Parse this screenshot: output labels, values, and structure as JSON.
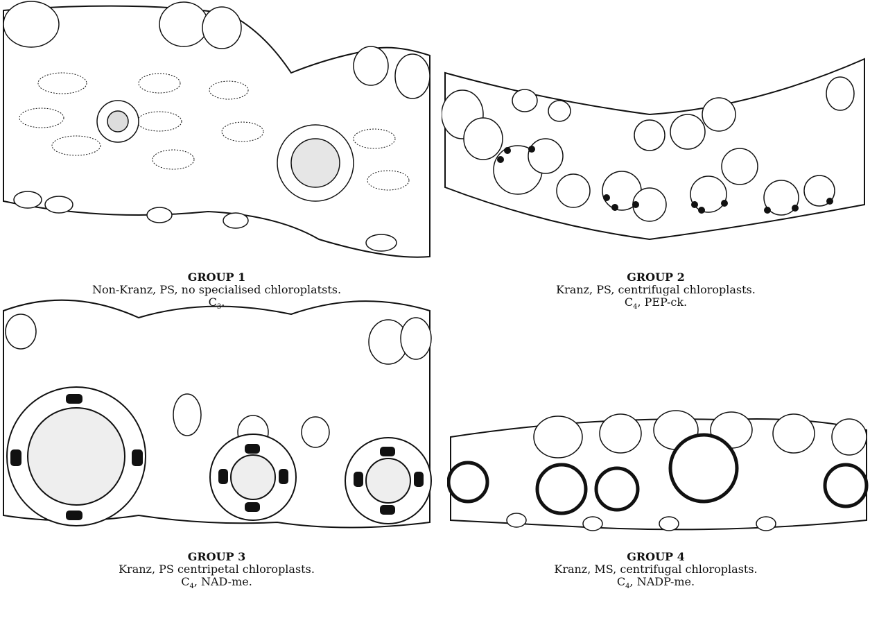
{
  "groups": [
    {
      "title": "GROUP 1",
      "desc": "Non-Kranz, PS, no specialised chloroplatsts.",
      "type_main": "C",
      "type_sub": "3",
      "type_rest": "."
    },
    {
      "title": "GROUP 2",
      "desc": "Kranz, PS, centrifugal chloroplasts.",
      "type_main": "C",
      "type_sub": "4",
      "type_rest": ", PEP-ck."
    },
    {
      "title": "GROUP 3",
      "desc": "Kranz, PS centripetal chloroplasts.",
      "type_main": "C",
      "type_sub": "4",
      "type_rest": ", NAD-me."
    },
    {
      "title": "GROUP 4",
      "desc": "Kranz, MS, centrifugal chloroplasts.",
      "type_main": "C",
      "type_sub": "4",
      "type_rest": ", NADP-me."
    }
  ],
  "colors": {
    "ink": "#111111",
    "paper": "#ffffff"
  }
}
